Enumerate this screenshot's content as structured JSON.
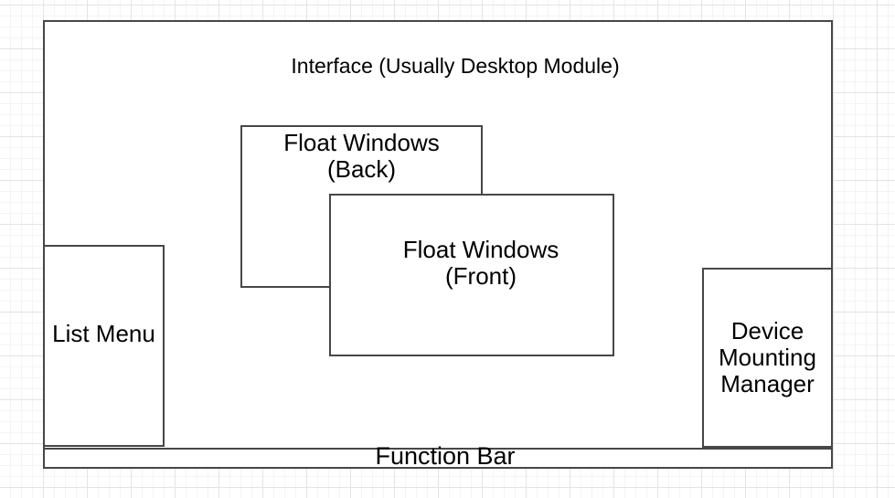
{
  "diagram": {
    "interface": {
      "label": "Interface (Usually Desktop Module)"
    },
    "float_back": {
      "line1": "Float Windows",
      "line2": "(Back)"
    },
    "float_front": {
      "line1": "Float Windows",
      "line2": "(Front)"
    },
    "list_menu": {
      "label": "List Menu"
    },
    "device_manager": {
      "line1": "Device",
      "line2": "Mounting",
      "line3": "Manager"
    },
    "function_bar": {
      "label": "Function Bar"
    }
  },
  "colors": {
    "stroke": "#474747",
    "shape_fill": "#ffffff",
    "text": "#000000",
    "grid_minor": "#f4f4f4",
    "grid_major": "#e4e4e4",
    "background": "#ffffff"
  }
}
